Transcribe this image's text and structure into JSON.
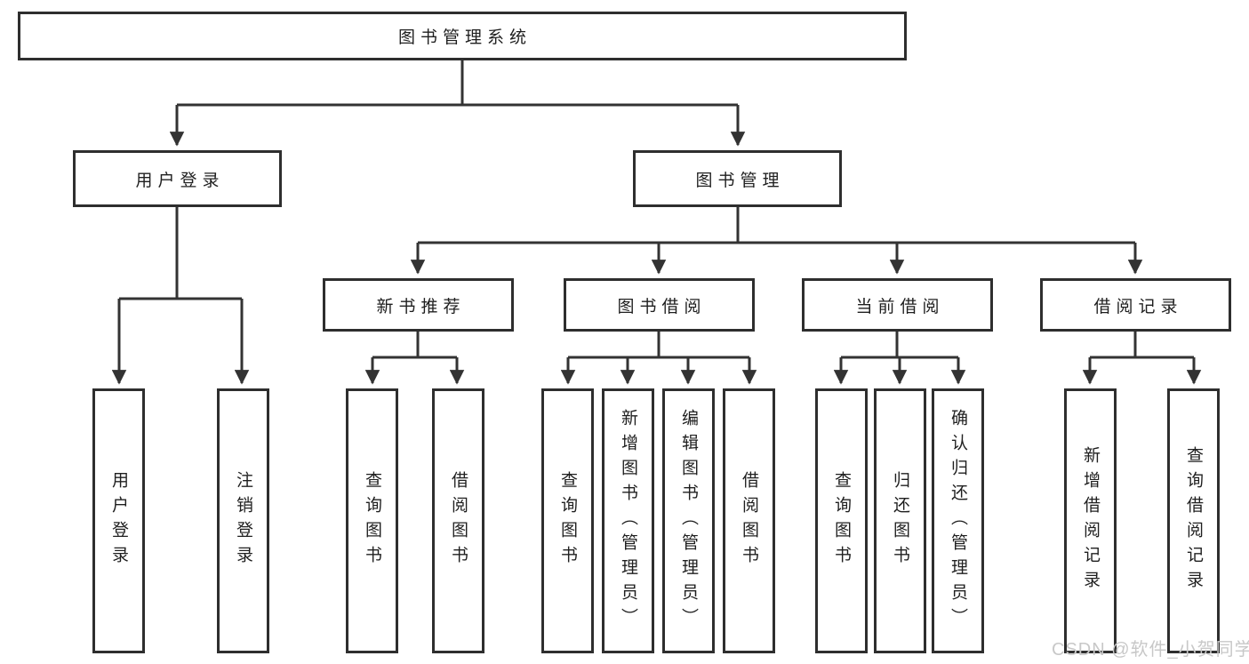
{
  "diagram": {
    "root": {
      "label": "图书管理系统"
    },
    "branches": {
      "user": {
        "label": "用户登录",
        "children": [
          {
            "label": "用户登录"
          },
          {
            "label": "注销登录"
          }
        ]
      },
      "books": {
        "label": "图书管理",
        "sections": [
          {
            "label": "新书推荐",
            "children": [
              {
                "label": "查询图书"
              },
              {
                "label": "借阅图书"
              }
            ]
          },
          {
            "label": "图书借阅",
            "children": [
              {
                "label": "查询图书"
              },
              {
                "label": "新增图书（管理员）"
              },
              {
                "label": "编辑图书（管理员）"
              },
              {
                "label": "借阅图书"
              }
            ]
          },
          {
            "label": "当前借阅",
            "children": [
              {
                "label": "查询图书"
              },
              {
                "label": "归还图书"
              },
              {
                "label": "确认归还（管理员）"
              }
            ]
          },
          {
            "label": "借阅记录",
            "children": [
              {
                "label": "新增借阅记录"
              },
              {
                "label": "查询借阅记录"
              }
            ]
          }
        ]
      }
    },
    "line_color": "#333333",
    "border_color": "#2e2e2e"
  },
  "watermark": {
    "text": "CSDN @软件_小贺同学"
  }
}
